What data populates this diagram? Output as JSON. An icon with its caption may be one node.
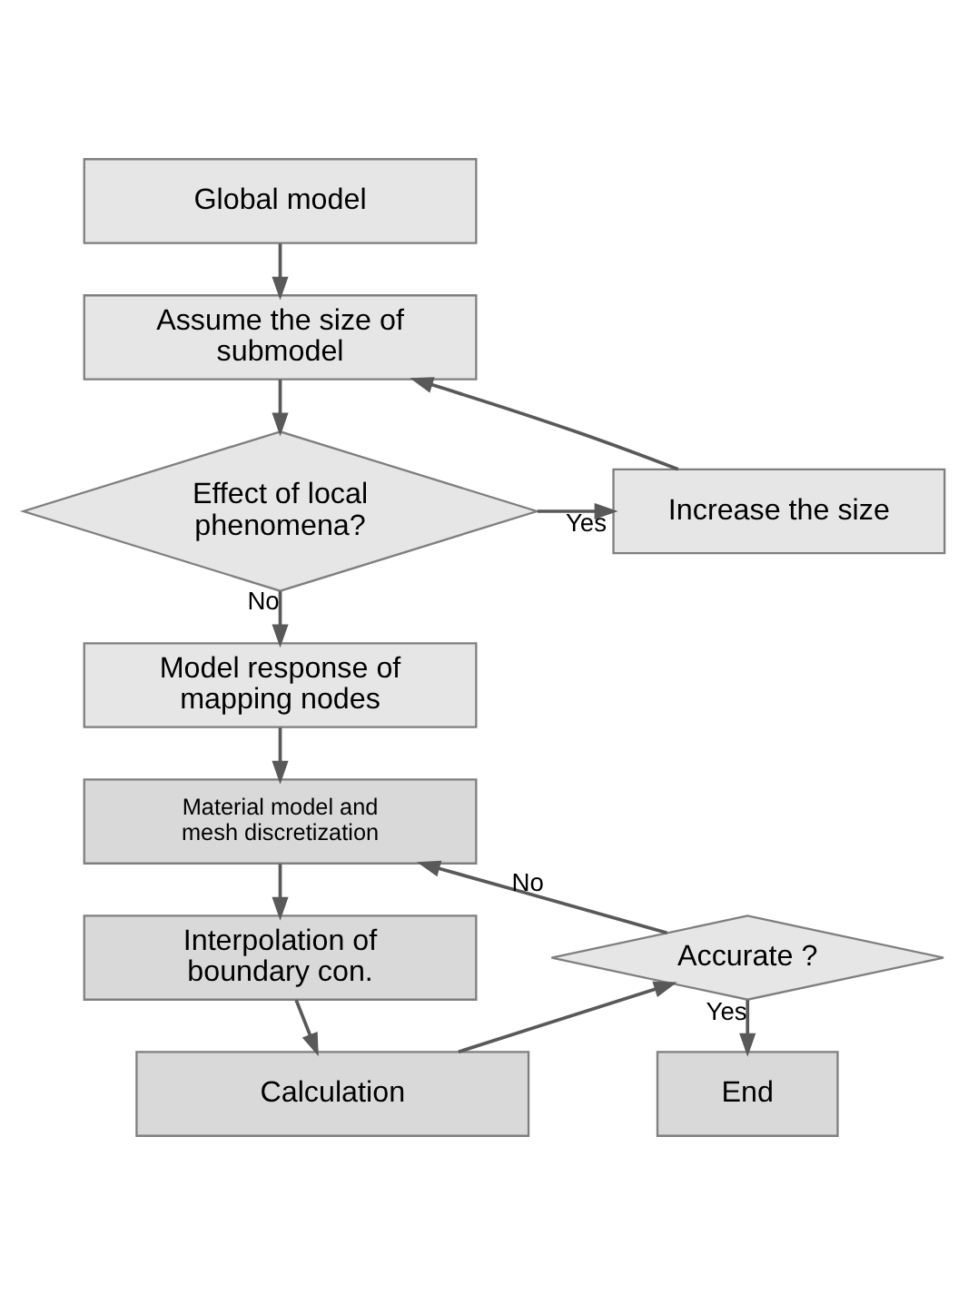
{
  "diagram": {
    "nodes": [
      {
        "text": [
          "Global model"
        ]
      },
      {
        "text": [
          "Assume the size of submodel"
        ]
      },
      {
        "text": [
          "Increase the size"
        ]
      },
      {
        "text": [
          "Effect of local phenomena?"
        ]
      },
      {
        "text": [
          "Model response of mapping nodes"
        ]
      },
      {
        "text": [
          "Material model and mesh discretization"
        ]
      },
      {
        "text": [
          "Interpolation of boundary con."
        ]
      },
      {
        "text": [
          "Calculation"
        ]
      },
      {
        "text": [
          "Accurate ?"
        ]
      },
      {
        "text": [
          "End"
        ]
      }
    ],
    "edges": [
      {
        "from": 0,
        "to": 1,
        "arrow": "to"
      },
      {
        "from": 1,
        "to": 3,
        "arrow": "to"
      },
      {
        "from": 3,
        "to": 2,
        "arrow": "to",
        "label": "Yes"
      },
      {
        "from": 2,
        "to": 1,
        "arrow": "to"
      },
      {
        "from": 3,
        "to": 4,
        "arrow": "to",
        "label": "No"
      },
      {
        "from": 4,
        "to": 5,
        "arrow": "to"
      },
      {
        "from": 5,
        "to": 6,
        "arrow": "to"
      },
      {
        "from": 6,
        "to": 7,
        "arrow": "to"
      },
      {
        "from": 7,
        "to": 8,
        "arrow": "to"
      },
      {
        "from": 8,
        "to": 5,
        "arrow": "to",
        "label": "No"
      },
      {
        "from": 8,
        "to": 9,
        "arrow": "to",
        "label": "Yes"
      }
    ]
  }
}
